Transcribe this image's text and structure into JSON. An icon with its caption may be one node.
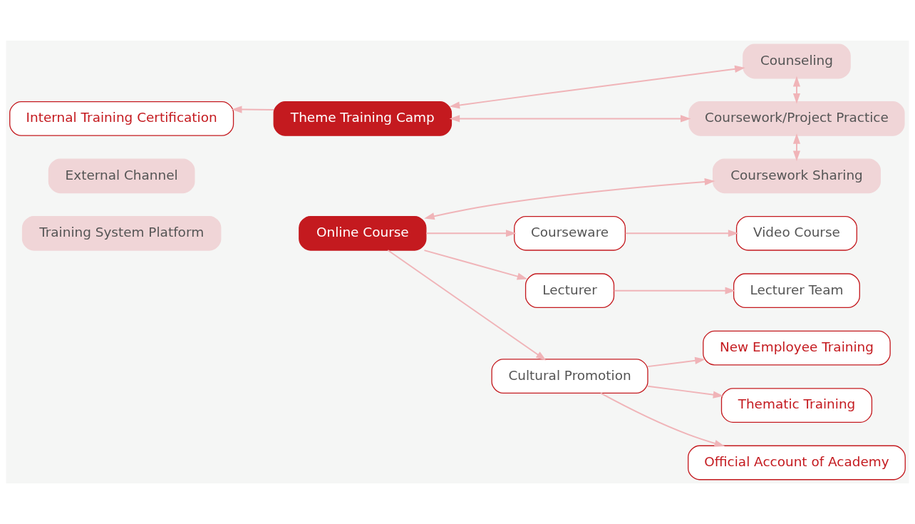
{
  "diagram": {
    "nodes": [
      {
        "text": [
          "Counseling"
        ]
      },
      {
        "text": [
          "Internal Training Certification"
        ]
      },
      {
        "text": [
          "Theme Training Camp"
        ]
      },
      {
        "text": [
          "Coursework/Project Practice"
        ]
      },
      {
        "text": [
          "External Channel"
        ]
      },
      {
        "text": [
          "Online Course"
        ]
      },
      {
        "text": [
          "Coursework Sharing"
        ]
      },
      {
        "text": [
          "Official Account of Academy"
        ]
      },
      {
        "text": [
          "Courseware"
        ]
      },
      {
        "text": [
          "Lecturer"
        ]
      },
      {
        "text": [
          "Cultural Promotion"
        ]
      },
      {
        "text": [
          "Training System Platform"
        ]
      },
      {
        "text": [
          "New Employee Training"
        ]
      },
      {
        "text": [
          "Video Course"
        ]
      },
      {
        "text": [
          "Lecturer Team"
        ]
      },
      {
        "text": [
          "Thematic Training"
        ]
      }
    ],
    "edges": [
      {
        "from": 2,
        "to": 1,
        "arrow": "to"
      },
      {
        "from": 2,
        "to": 0,
        "arrow": "both"
      },
      {
        "from": 2,
        "to": 3,
        "arrow": "both"
      },
      {
        "from": 0,
        "to": 3,
        "arrow": "both"
      },
      {
        "from": 3,
        "to": 6,
        "arrow": "both"
      },
      {
        "from": 5,
        "to": 6,
        "arrow": "both"
      },
      {
        "from": 5,
        "to": 8,
        "arrow": "to"
      },
      {
        "from": 5,
        "to": 9,
        "arrow": "to"
      },
      {
        "from": 5,
        "to": 10,
        "arrow": "to"
      },
      {
        "from": 8,
        "to": 13,
        "arrow": "to"
      },
      {
        "from": 9,
        "to": 14,
        "arrow": "to"
      },
      {
        "from": 10,
        "to": 7,
        "arrow": "to"
      },
      {
        "from": 10,
        "to": 12,
        "arrow": "to"
      },
      {
        "from": 10,
        "to": 15,
        "arrow": "to"
      }
    ]
  }
}
